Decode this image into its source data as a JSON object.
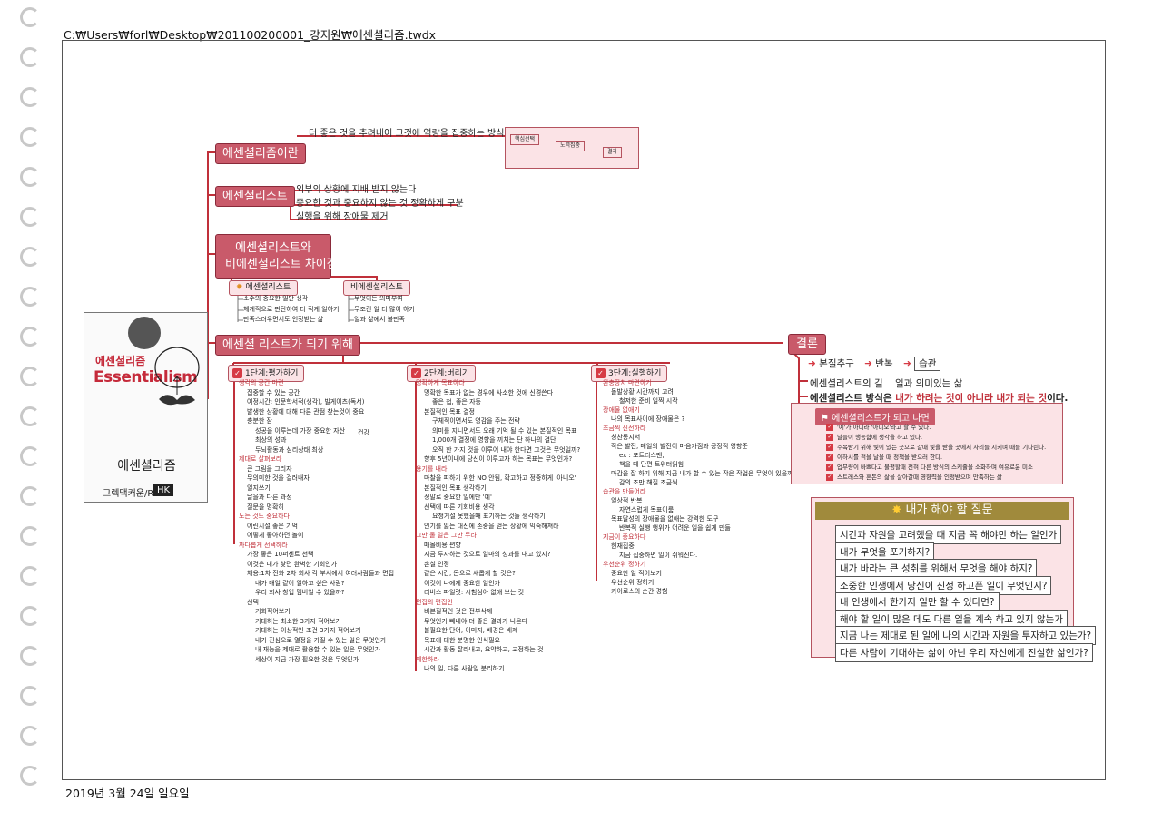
{
  "page": {
    "file_path": "C:₩Users₩forl₩Desktop₩201100200001_강지원₩에센셜리즘.twdx",
    "print_date": "2019년 3월 24일 일요일"
  },
  "book": {
    "title_ko": "에센셜리즘",
    "title_en": "Essentialism",
    "name": "에센셜리즘",
    "publisher": "그렉맥커운/R",
    "publisher_mark": "HK"
  },
  "branches": {
    "definition": {
      "label": "에센셜리즘이란",
      "text": "더 좋은 것을 추려내어 그것에 역량을 집중하는 방식",
      "flow": [
        "핵심선택",
        "노력집중",
        "결과"
      ]
    },
    "essentialist": {
      "label": "에센셜리스트",
      "items": [
        "외부의 상황에 지배 받지 않는다",
        "중요한 것과 중요하지 않는 것 정확하게 구분",
        "실행을 위해 장애물 제거"
      ]
    },
    "difference": {
      "label_line1": "에센셜리스트와",
      "label_line2": "비에센셜리스트 차이점",
      "essential": {
        "label": "에센셜리스트",
        "items": [
          "소수의 중요한 일만 생각",
          "체계적으로 판단하여 더 적게 일하기",
          "만족스러우면서도 인정받는 삶"
        ]
      },
      "non_essential": {
        "label": "비에센셜리스트",
        "items": [
          "무엇이든 의미부여",
          "무조건 일 더 많이 하기",
          "일과 삶에서 불만족"
        ]
      }
    },
    "become": {
      "label": "에센셜 리스트가 되기 위해",
      "stage1": {
        "label": "1단계:평가하기",
        "items": [
          {
            "text": "생각의 공간 마련",
            "red": true,
            "indent": 0
          },
          {
            "text": "집중할 수 있는 공간",
            "red": false,
            "indent": 1
          },
          {
            "text": "여정시간: 인문학서적(생각), 빌게이츠(독서)",
            "red": false,
            "indent": 1
          },
          {
            "text": "발생한 상황에 대해 다른 관점 찾는것이 중요",
            "red": false,
            "indent": 1
          },
          {
            "text": "충분한 잠",
            "red": false,
            "indent": 1
          },
          {
            "text": "성공을 이루는데 가장 중요한 자산",
            "red": false,
            "indent": 2
          },
          {
            "text": "최상의 성과",
            "red": false,
            "indent": 2
          },
          {
            "text": "두뇌활동과 심리상태 최상",
            "red": false,
            "indent": 2
          },
          {
            "text": "제대로 살펴보라",
            "red": true,
            "indent": 0
          },
          {
            "text": "큰 그림을 그리자",
            "red": false,
            "indent": 1
          },
          {
            "text": "무의미한 것을 걸러내자",
            "red": false,
            "indent": 1
          },
          {
            "text": "일지쓰기",
            "red": false,
            "indent": 1
          },
          {
            "text": "날을과 다른 과정",
            "red": false,
            "indent": 1
          },
          {
            "text": "질문을 명확히",
            "red": false,
            "indent": 1
          },
          {
            "text": "노는 것도 중요하다",
            "red": true,
            "indent": 0
          },
          {
            "text": "어린시절 좋은 기억",
            "red": false,
            "indent": 1
          },
          {
            "text": "어떻게 좋아하던 놀이",
            "red": false,
            "indent": 1
          },
          {
            "text": "까다롭게 선택하라",
            "red": true,
            "indent": 0
          },
          {
            "text": "가장 좋은 10퍼센트 선택",
            "red": false,
            "indent": 1
          },
          {
            "text": "이것은 내가 찾던 완벽한 기회인가",
            "red": false,
            "indent": 1
          },
          {
            "text": "채용:1차 전화 2차 회사 각 부서에서 여러사람들과 면접",
            "red": false,
            "indent": 1
          },
          {
            "text": "내가 매일 같이 일하고 싶은 사람?",
            "red": false,
            "indent": 2
          },
          {
            "text": "우리 회사 창업 멤버일 수 있을까?",
            "red": false,
            "indent": 2
          },
          {
            "text": "선택",
            "red": false,
            "indent": 1
          },
          {
            "text": "기회적어보기",
            "red": false,
            "indent": 2
          },
          {
            "text": "기대하는 최소한 3가지 적어보기",
            "red": false,
            "indent": 2
          },
          {
            "text": "기대하는 이상적인 조건 3가지 적어보기",
            "red": false,
            "indent": 2
          },
          {
            "text": "내가 진심으로 열정을 가질 수 있는 일은 무엇인가",
            "red": false,
            "indent": 2
          },
          {
            "text": "내 재능을 제대로 활용할 수 있는 일은 무엇인가",
            "red": false,
            "indent": 2
          },
          {
            "text": "세상이 지금 가장 필요한 것은 무엇인가",
            "red": false,
            "indent": 2
          }
        ],
        "side_label": "건강"
      },
      "stage2": {
        "label": "2단계:버리기",
        "items": [
          {
            "text": "명확하게 목표하라",
            "red": true,
            "indent": 0
          },
          {
            "text": "명확한 목표가 없는 경우에 사소한 것에 신경쓴다",
            "red": false,
            "indent": 1
          },
          {
            "text": "좋은 첩, 좋은 자동",
            "red": false,
            "indent": 2
          },
          {
            "text": "본질적인 목표 결정",
            "red": false,
            "indent": 1
          },
          {
            "text": "구체적이면서도 영감을 주는 전략",
            "red": false,
            "indent": 2
          },
          {
            "text": "의미를 지니면서도 오래 기억 될 수 있는 본질적인 목표",
            "red": false,
            "indent": 2
          },
          {
            "text": "1,000개 결정에 영향을 끼치는 단 하나의 결단",
            "red": false,
            "indent": 2
          },
          {
            "text": "오직 한 가지 것을 이루어 내야 한다면 그것은 무엇일까?",
            "red": false,
            "indent": 2
          },
          {
            "text": "향후 5년이내에 당신이 이루고자 하는 목표는 무엇인가?",
            "red": false,
            "indent": 1
          },
          {
            "text": "용기를 내라",
            "red": true,
            "indent": 0
          },
          {
            "text": "마찰을 피하기 위한 NO 안됨, 확고하고 정중하게 '아니오'",
            "red": false,
            "indent": 1
          },
          {
            "text": "본질적인 목표 생각하기",
            "red": false,
            "indent": 1
          },
          {
            "text": "정말로 중요한 일에만 '예'",
            "red": false,
            "indent": 1
          },
          {
            "text": "선택에 따른 기회비용 생각",
            "red": false,
            "indent": 1
          },
          {
            "text": "요청거절 못했을때 표기하는 것들 생각하기",
            "red": false,
            "indent": 2
          },
          {
            "text": "인기를 잃는 대신에 존중을 얻는 상황에 익숙해져라",
            "red": false,
            "indent": 1
          },
          {
            "text": "그만 둘 일은 그만 두라",
            "red": true,
            "indent": 0
          },
          {
            "text": "매몰비용 편향",
            "red": false,
            "indent": 1
          },
          {
            "text": "지금 투자하는 것으로 얼마의 성과를 내고 있지?",
            "red": false,
            "indent": 1
          },
          {
            "text": "손실 인정",
            "red": false,
            "indent": 1
          },
          {
            "text": "같은 시간, 돈으로 새롭게 할 것은?",
            "red": false,
            "indent": 1
          },
          {
            "text": "이것이 나에게 중요한 일인가",
            "red": false,
            "indent": 1
          },
          {
            "text": "리버스 파일럿: 시험삼아 없애 보는 것",
            "red": false,
            "indent": 1
          },
          {
            "text": "편집의 편집인",
            "red": true,
            "indent": 0
          },
          {
            "text": "비본질적인 것은 전부삭제",
            "red": false,
            "indent": 1
          },
          {
            "text": "무엇인가 빼내야 더 좋은 결과가 나온다",
            "red": false,
            "indent": 1
          },
          {
            "text": "불필요한 단어, 이미지, 배경은 배제",
            "red": false,
            "indent": 1
          },
          {
            "text": "목표에 대한 분명한 인식필요",
            "red": false,
            "indent": 1
          },
          {
            "text": "시간과 활동 잘라내고, 요약하고, 교정하는 것",
            "red": false,
            "indent": 1
          },
          {
            "text": "제한하라",
            "red": true,
            "indent": 0
          },
          {
            "text": "나의 일, 다른 사람일 분리하기",
            "red": false,
            "indent": 1
          }
        ]
      },
      "stage3": {
        "label": "3단계:실행하기",
        "items": [
          {
            "text": "완충장치 마련하기",
            "red": true,
            "indent": 0
          },
          {
            "text": "돌발상황 시간까지 고려",
            "red": false,
            "indent": 1
          },
          {
            "text": "철저한 준비 일찍 시작",
            "red": false,
            "indent": 2
          },
          {
            "text": "장애물 없애기",
            "red": true,
            "indent": 0
          },
          {
            "text": "나의 목표사이에 장애물은 ?",
            "red": false,
            "indent": 1
          },
          {
            "text": "조금씩 진전하라",
            "red": true,
            "indent": 0
          },
          {
            "text": "칭찬통지서",
            "red": false,
            "indent": 1
          },
          {
            "text": "작은 발전, 매일의 발전이 마음가짐과 긍정적 영향준",
            "red": false,
            "indent": 1
          },
          {
            "text": "ex : 포트리스맨,",
            "red": false,
            "indent": 2
          },
          {
            "text": "책을 때 단편 트위터읽힘",
            "red": false,
            "indent": 2
          },
          {
            "text": "마감을 잘 하기 위해 지금 내가 할 수 있는 작은 작업은 무엇이 있을까?",
            "red": false,
            "indent": 1
          },
          {
            "text": "감의 조만 해질 조금씩",
            "red": false,
            "indent": 2
          },
          {
            "text": "습관을 만들어라",
            "red": true,
            "indent": 0
          },
          {
            "text": "일상적 반복",
            "red": false,
            "indent": 1
          },
          {
            "text": "자연스럽게 목표이룸",
            "red": false,
            "indent": 2
          },
          {
            "text": "목표달성의 장애물을 없애는 강력한 도구",
            "red": false,
            "indent": 1
          },
          {
            "text": "반복적 실행 행위가 어려운 일을 쉽게 만듦",
            "red": false,
            "indent": 2
          },
          {
            "text": "지금이 중요하다",
            "red": true,
            "indent": 0
          },
          {
            "text": "현재집중",
            "red": false,
            "indent": 1
          },
          {
            "text": "지금 집중하면 일이 쉬워진다.",
            "red": false,
            "indent": 2
          },
          {
            "text": "우선순위 정하기",
            "red": true,
            "indent": 0
          },
          {
            "text": "중요한 일 적어보기",
            "red": false,
            "indent": 1
          },
          {
            "text": "우선순위 정하기",
            "red": false,
            "indent": 1
          },
          {
            "text": "카이로스의 순간 경험",
            "red": false,
            "indent": 1
          }
        ]
      }
    },
    "conclusion": {
      "label": "결론",
      "flow": [
        "본질추구",
        "반복",
        "습관"
      ],
      "path_label": "에센셜리스트의 길",
      "path_text": "일과 의미있는 삶",
      "method_prefix": "에센셜리스트 방식은 ",
      "method_emph": "내가 하려는 것이 아니라 내가 되는 것",
      "method_suffix": "이다.",
      "result_header": "에센셜리스트가 되고 나면",
      "results": [
        "'예'가 아니라 '아니오'라고 할 수 있다.",
        "날들이 행동함에 생각을 하고 있다.",
        "주목받기 위해 빛이 있는 곳으로 갈때 빛을 받을 곳에서 자리를 지키며 때를 기다린다.",
        "이하시를 적을 날을 때 정책을 받으러 한다.",
        "업무량이 바쁘다고 불평할때 전혀 다른 방식의 스케쥴을 소화하며 여유로운 미소",
        "스트레스와 혼돈의 삶을 살아갈때 영향력을 인정받으며 만족하는 삶"
      ],
      "question_header": "내가 해야 할 질문",
      "questions": [
        "시간과 자원을 고려했을 때 지금 꼭 해야만 하는 일인가",
        "내가 무엇을 포기하지?",
        "내가 바라는 큰 성취를 위해서 무엇을 해야 하지?",
        "소중한 인생에서 당신이 진정 하고픈 일이 무엇인지?",
        "내 인생에서 한가지 일만 할 수 있다면?",
        "해야 할 일이 많은 데도 다른 일을 계속 하고 있지 않는가",
        "지금 나는 제대로 된 일에 나의 시간과 자원을 투자하고 있는가?",
        "다른 사람이 기대하는 삶이 아닌 우리 자신에게 진실한 삶인가?"
      ]
    }
  },
  "colors": {
    "accent": "#c95a6a",
    "accent_dark": "#8a2a3a",
    "box_fill": "#fbe3e6",
    "line": "#c0303a",
    "question_header": "#a08a3c"
  }
}
